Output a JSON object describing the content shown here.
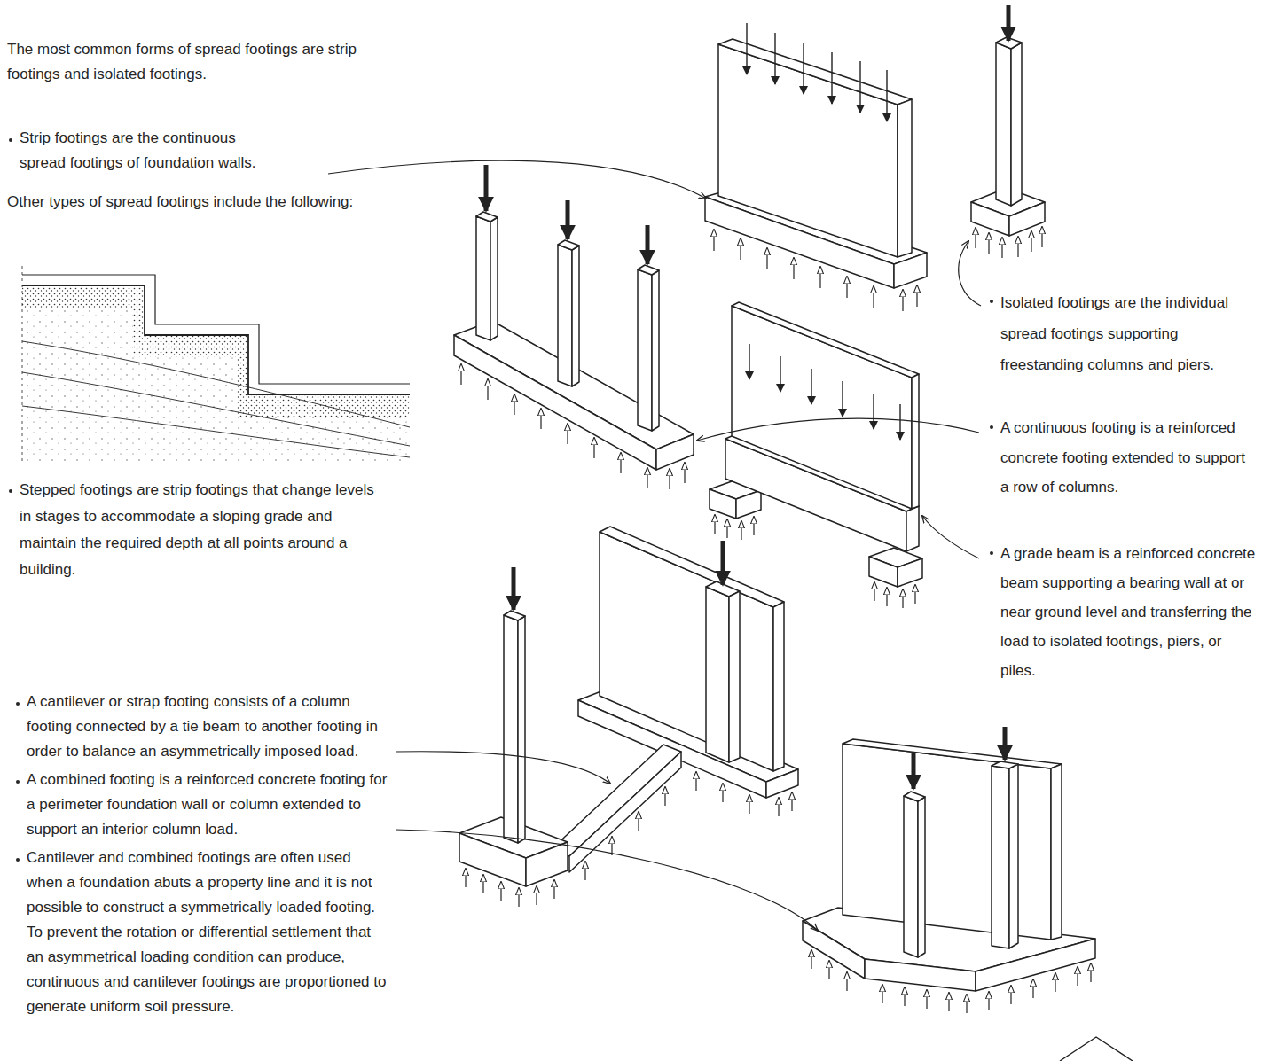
{
  "diagram": {
    "labels": [
      "The most common forms of spread footings are strip footings and isolated footings.",
      "Strip footings are the continuous spread footings of foundation walls.",
      "Other types of spread footings include the following:",
      "Stepped footings are strip footings that change levels in stages to accommodate a sloping grade and maintain the required depth at all points around a building.",
      "A cantilever or strap footing consists of a column footing connected by a tie beam to another footing in order to balance an asymmetrically imposed load.",
      "A combined footing is a reinforced concrete footing for a perimeter foundation wall or column extended to support an interior column load.",
      "Cantilever and combined footings are often used when a foundation abuts a property line and it is not possible to construct a symmetrically loaded footing. To prevent the rotation or differential settlement that an asymmetrical loading condition can produce, continuous and cantilever footings are proportioned to generate uniform soil pressure.",
      "Isolated footings are the individual spread footings supporting freestanding columns and piers.",
      "A continuous footing is a reinforced concrete footing extended to support a row of columns.",
      "A grade beam is a reinforced concrete beam supporting a bearing wall at or near ground level and transferring the load to isolated footings, piers, or piles."
    ]
  }
}
